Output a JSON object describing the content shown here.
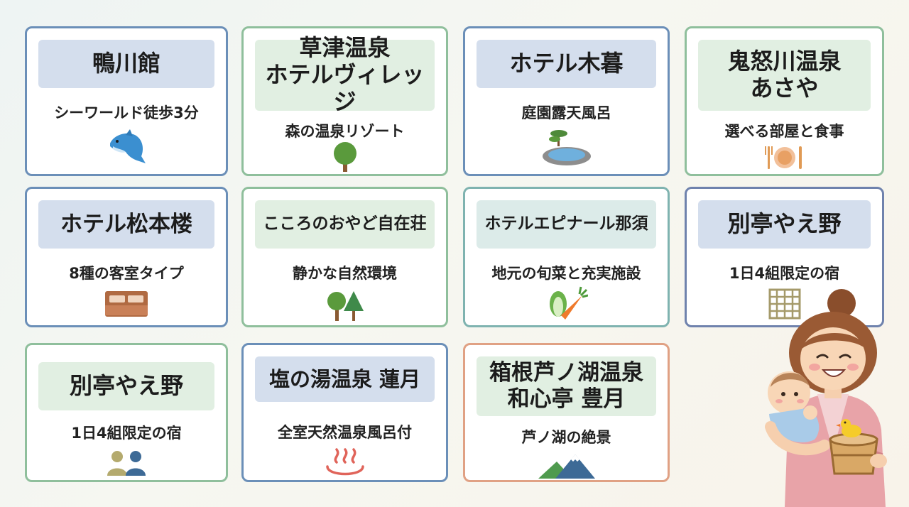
{
  "cards": [
    {
      "title": "鴨川館",
      "subtitle": "シーワールド徒歩3分",
      "icon": "dolphin-icon"
    },
    {
      "title": "草津温泉\nホテルヴィレッジ",
      "subtitle": "森の温泉リゾート",
      "icon": "tree-icon"
    },
    {
      "title": "ホテル木暮",
      "subtitle": "庭園露天風呂",
      "icon": "garden-bath-icon"
    },
    {
      "title": "鬼怒川温泉\nあさや",
      "subtitle": "選べる部屋と食事",
      "icon": "dining-icon"
    },
    {
      "title": "ホテル松本楼",
      "subtitle": "8種の客室タイプ",
      "icon": "bed-icon"
    },
    {
      "title": "こころのおやど自在荘",
      "subtitle": "静かな自然環境",
      "icon": "trees-icon"
    },
    {
      "title": "ホテルエピナール那須",
      "subtitle": "地元の旬菜と充実施設",
      "icon": "vegetables-icon"
    },
    {
      "title": "別亭やえ野",
      "subtitle": "1日4組限定の宿",
      "icon": "window-grid-icon"
    },
    {
      "title": "別亭やえ野",
      "subtitle": "1日4組限定の宿",
      "icon": "people-icon"
    },
    {
      "title": "塩の湯温泉 蓮月",
      "subtitle": "全室天然温泉風呂付",
      "icon": "hot-spring-icon"
    },
    {
      "title": "箱根芦ノ湖温泉\n和心亭 豊月",
      "subtitle": "芦ノ湖の絶景",
      "icon": "mountain-icon"
    }
  ],
  "colors": {
    "border_blue": "#6b8fb8",
    "border_green": "#8fbf9c",
    "border_teal": "#7fb3b0",
    "border_orange": "#e0a184",
    "title_blue": "#d4deed",
    "title_green": "#e1efe2",
    "title_teal": "#dcebe9"
  }
}
